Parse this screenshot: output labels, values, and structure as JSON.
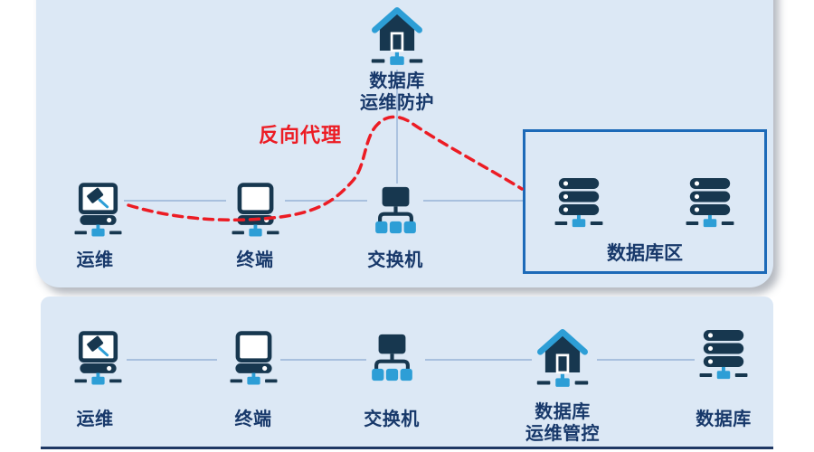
{
  "colors": {
    "page_bg": "#ffffff",
    "panel_bg": "#dce8f5",
    "icon_dark": "#17374f",
    "icon_accent": "#2d9ed6",
    "label_text": "#17386a",
    "zone_border": "#1d6ab8",
    "wire": "#97b3d6",
    "proxy_red": "#ec1c24",
    "divider": "#1f3864"
  },
  "top_panel": {
    "annotation_label": "反向代理",
    "zone_label": "数据库区",
    "nodes": {
      "ops": "运维",
      "terminal": "终端",
      "switch": "交换机",
      "protection": "数据库\n运维防护"
    }
  },
  "bottom_panel": {
    "nodes": {
      "ops": "运维",
      "terminal": "终端",
      "switch": "交换机",
      "control": "数据库\n运维管控",
      "database": "数据库"
    }
  }
}
